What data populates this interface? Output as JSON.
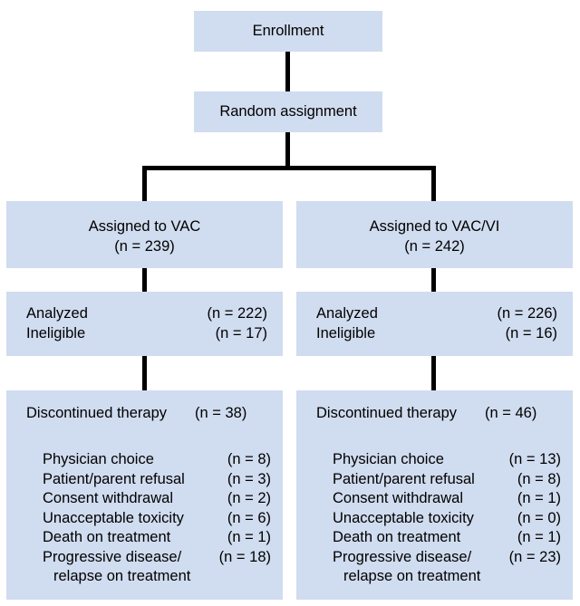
{
  "figure": {
    "type": "consort-flow-diagram",
    "accent_fill": "#d0dcef",
    "line_color": "#000000",
    "background": "#ffffff"
  },
  "enrollment": {
    "label": "Enrollment"
  },
  "randomization": {
    "label": "Random assignment"
  },
  "arms": [
    {
      "id": "vac",
      "assigned_label": "Assigned to VAC",
      "assigned_count": "(n = 239)",
      "analyzed": [
        {
          "label": "Analyzed",
          "count": "(n = 222)"
        },
        {
          "label": "Ineligible",
          "count": "(n = 17)"
        }
      ],
      "discontinued": {
        "label": "Discontinued therapy",
        "count": "(n = 38)",
        "reasons": [
          {
            "label": "Physician choice",
            "count": "(n = 8)"
          },
          {
            "label": "Patient/parent refusal",
            "count": "(n = 3)"
          },
          {
            "label": "Consent withdrawal",
            "count": "(n = 2)"
          },
          {
            "label": "Unacceptable toxicity",
            "count": "(n = 6)"
          },
          {
            "label": "Death on treatment",
            "count": "(n = 1)"
          },
          {
            "label": "Progressive disease/",
            "count": "(n = 18)"
          }
        ],
        "continuation_line": "relapse on treatment"
      }
    },
    {
      "id": "vac-vi",
      "assigned_label": "Assigned to VAC/VI",
      "assigned_count": "(n = 242)",
      "analyzed": [
        {
          "label": "Analyzed",
          "count": "(n = 226)"
        },
        {
          "label": "Ineligible",
          "count": "(n = 16)"
        }
      ],
      "discontinued": {
        "label": "Discontinued therapy",
        "count": "(n = 46)",
        "reasons": [
          {
            "label": "Physician choice",
            "count": "(n = 13)"
          },
          {
            "label": "Patient/parent refusal",
            "count": "(n = 8)"
          },
          {
            "label": "Consent withdrawal",
            "count": "(n = 1)"
          },
          {
            "label": "Unacceptable toxicity",
            "count": "(n = 0)"
          },
          {
            "label": "Death on treatment",
            "count": "(n = 1)"
          },
          {
            "label": "Progressive disease/",
            "count": "(n = 23)"
          }
        ],
        "continuation_line": "relapse on treatment"
      }
    }
  ]
}
